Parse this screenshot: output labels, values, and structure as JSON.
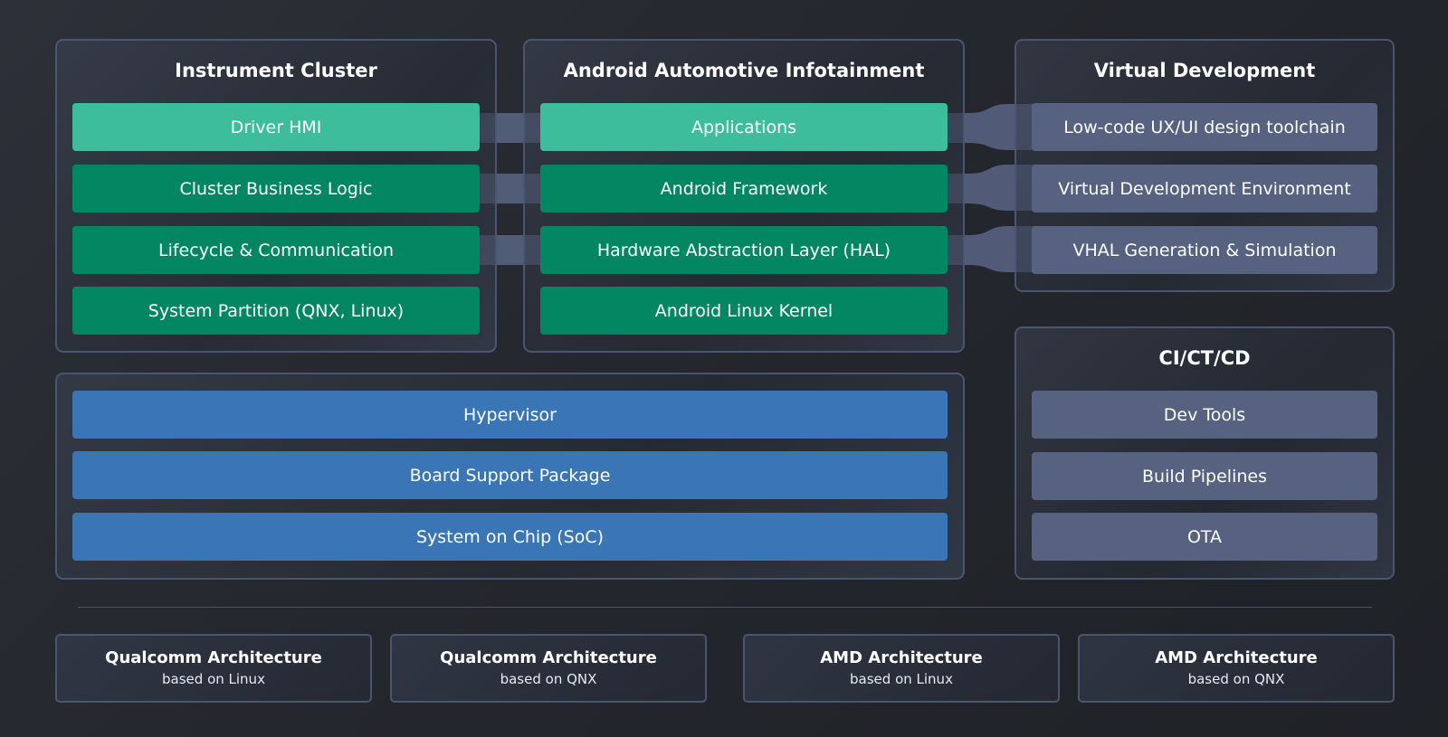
{
  "instrument_cluster": {
    "title": "Instrument Cluster",
    "layers": [
      "Driver HMI",
      "Cluster Business Logic",
      "Lifecycle & Communication",
      "System Partition (QNX, Linux)"
    ]
  },
  "android": {
    "title": "Android Automotive Infotainment",
    "layers": [
      "Applications",
      "Android Framework",
      "Hardware Abstraction Layer (HAL)",
      "Android Linux Kernel"
    ]
  },
  "virtual_dev": {
    "title": "Virtual Development",
    "items": [
      "Low-code UX/UI design toolchain",
      "Virtual Development Environment",
      "VHAL Generation & Simulation"
    ]
  },
  "platform": {
    "layers": [
      "Hypervisor",
      "Board Support Package",
      "System on Chip (SoC)"
    ]
  },
  "cicd": {
    "title": "CI/CT/CD",
    "items": [
      "Dev Tools",
      "Build Pipelines",
      "OTA"
    ]
  },
  "architectures": [
    {
      "name": "Qualcomm Architecture",
      "sub": "based on Linux"
    },
    {
      "name": "Qualcomm Architecture",
      "sub": "based on QNX"
    },
    {
      "name": "AMD Architecture",
      "sub": "based on Linux"
    },
    {
      "name": "AMD Architecture",
      "sub": "based on QNX"
    }
  ],
  "colors": {
    "accent_light_green": "#3dbd9b",
    "layer_green": "#038763",
    "layer_blue": "#3a76b5",
    "slate": "#56627f",
    "panel_border": "#4a5670"
  }
}
